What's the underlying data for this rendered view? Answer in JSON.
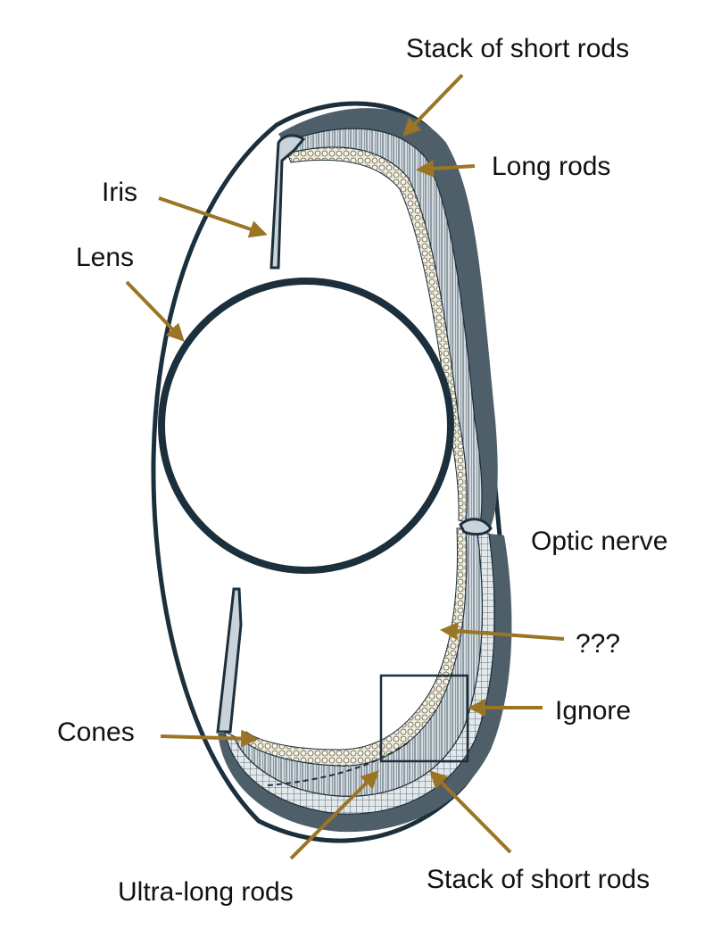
{
  "diagram": {
    "labels": {
      "stack_top": "Stack of short rods",
      "long_rods": "Long rods",
      "iris": "Iris",
      "lens": "Lens",
      "optic_nerve": "Optic nerve",
      "unknown": "???",
      "ignore": "Ignore",
      "cones": "Cones",
      "ultra_long_rods": "Ultra-long rods",
      "stack_bottom": "Stack of short rods"
    },
    "colors": {
      "outline": "#1c2f3c",
      "retina_fill": "#c9d3d9",
      "dark_layer": "#4e5f6a",
      "cone_fill": "#efeada",
      "arrow": "#9b7424",
      "text": "#111111"
    }
  }
}
